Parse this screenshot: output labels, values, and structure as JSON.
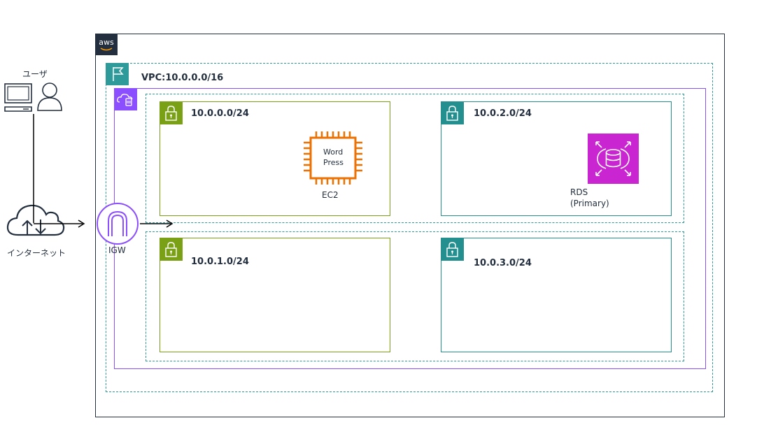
{
  "diagram": {
    "aws_badge": "aws",
    "user_label": "ユーザ",
    "internet_label": "インターネット",
    "igw_label": "IGW",
    "vpc_label": "VPC:10.0.0.0/16",
    "subnets": [
      {
        "cidr": "10.0.0.0/24",
        "color": "#7aa116"
      },
      {
        "cidr": "10.0.2.0/24",
        "color": "#248f8f"
      },
      {
        "cidr": "10.0.1.0/24",
        "color": "#7aa116"
      },
      {
        "cidr": "10.0.3.0/24",
        "color": "#248f8f"
      }
    ],
    "ec2": {
      "chip_line1": "Word",
      "chip_line2": "Press",
      "label": "EC2",
      "color": "#ed7100"
    },
    "rds": {
      "label_line1": "RDS",
      "label_line2": "(Primary)",
      "color": "#c925d1"
    },
    "colors": {
      "vpc": "#2f9a9a",
      "region": "#8c4fff",
      "aws_dark": "#232f3e",
      "igw": "#8c4fff"
    },
    "icons": [
      "computer-icon",
      "user-icon",
      "internet-cloud-icon",
      "igw-icon",
      "vpc-flag-icon",
      "region-cloud-icon",
      "lock-icon",
      "ec2-chip-icon",
      "rds-database-icon"
    ]
  }
}
